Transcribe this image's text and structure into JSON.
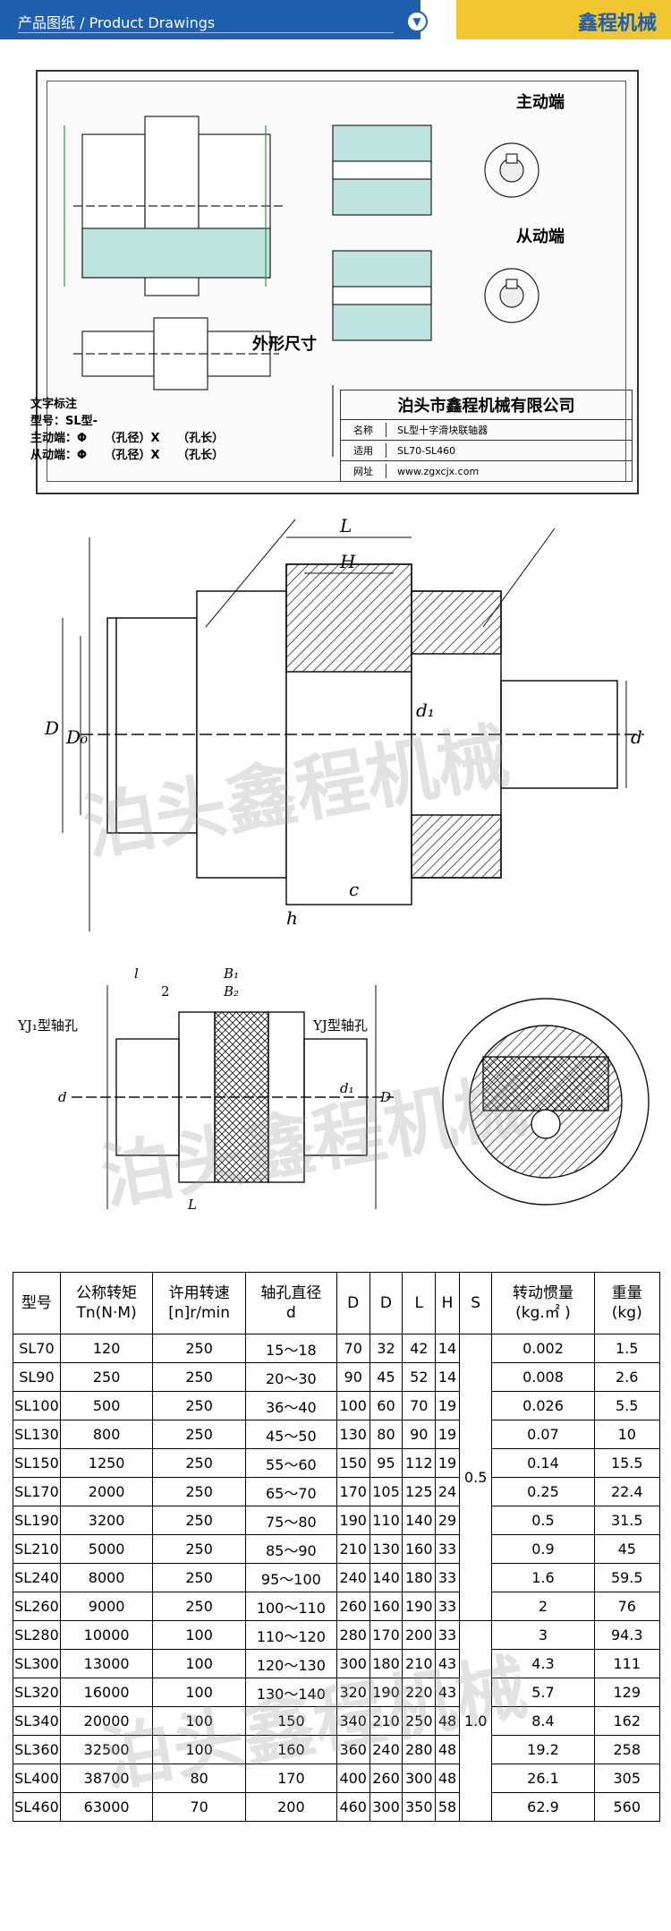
{
  "header": {
    "title": "产品图纸 / Product Drawings",
    "toggle_icon": "chevron-down-icon",
    "brand": "鑫程机械",
    "colors": {
      "blue": "#1f5fb0",
      "gold": "#f2c62e"
    }
  },
  "sheet": {
    "label_drive": "主动端",
    "label_driven": "从动端",
    "label_outline": "外形尺寸",
    "notes": [
      "文字标注",
      "型号：SL型-",
      "主动端：Φ　　（孔径）X　　（孔长）",
      "从动端：Φ　　（孔径）X　　（孔长）"
    ],
    "company": "泊头市鑫程机械有限公司",
    "rows": [
      {
        "k": "名称",
        "v": "SL型十字滑块联轴器"
      },
      {
        "k": "适用",
        "v": "SL70-SL460"
      },
      {
        "k": "网址",
        "v": "www.zgxcjx.com"
      }
    ]
  },
  "fig2": {
    "labels": {
      "L": "L",
      "H": "H",
      "D": "D",
      "D0": "D₀",
      "d": "d",
      "d1": "d₁",
      "c": "c",
      "h": "h"
    }
  },
  "fig3": {
    "labels": {
      "yj1": "YJ₁型轴孔",
      "yj": "YJ型轴孔",
      "B1": "B₁",
      "B2": "B₂",
      "two": "2",
      "l": "l",
      "L": "L",
      "d": "d",
      "D": "D",
      "d1": "d₁"
    }
  },
  "watermark": "泊头鑫程机械",
  "table": {
    "headers": [
      [
        "型号"
      ],
      [
        "公称转矩",
        "Tn(N·M)"
      ],
      [
        "许用转速",
        "[n]r/min"
      ],
      [
        "轴孔直径",
        "d"
      ],
      [
        "D"
      ],
      [
        "D"
      ],
      [
        "L"
      ],
      [
        "H"
      ],
      [
        "S"
      ],
      [
        "转动惯量",
        "(kg.㎡ )"
      ],
      [
        "重量",
        "(kg)"
      ]
    ],
    "s_value_group1": "0.5",
    "s_value_group2": "1.0",
    "rows": [
      [
        "SL70",
        "120",
        "250",
        "15～18",
        "70",
        "32",
        "42",
        "14",
        "0.002",
        "1.5"
      ],
      [
        "SL90",
        "250",
        "250",
        "20～30",
        "90",
        "45",
        "52",
        "14",
        "0.008",
        "2.6"
      ],
      [
        "SL100",
        "500",
        "250",
        "36～40",
        "100",
        "60",
        "70",
        "19",
        "0.026",
        "5.5"
      ],
      [
        "SL130",
        "800",
        "250",
        "45～50",
        "130",
        "80",
        "90",
        "19",
        "0.07",
        "10"
      ],
      [
        "SL150",
        "1250",
        "250",
        "55～60",
        "150",
        "95",
        "112",
        "19",
        "0.14",
        "15.5"
      ],
      [
        "SL170",
        "2000",
        "250",
        "65～70",
        "170",
        "105",
        "125",
        "24",
        "0.25",
        "22.4"
      ],
      [
        "SL190",
        "3200",
        "250",
        "75～80",
        "190",
        "110",
        "140",
        "29",
        "0.5",
        "31.5"
      ],
      [
        "SL210",
        "5000",
        "250",
        "85～90",
        "210",
        "130",
        "160",
        "33",
        "0.9",
        "45"
      ],
      [
        "SL240",
        "8000",
        "250",
        "95～100",
        "240",
        "140",
        "180",
        "33",
        "1.6",
        "59.5"
      ],
      [
        "SL260",
        "9000",
        "250",
        "100～110",
        "260",
        "160",
        "190",
        "33",
        "2",
        "76"
      ],
      [
        "SL280",
        "10000",
        "100",
        "110～120",
        "280",
        "170",
        "200",
        "33",
        "3",
        "94.3"
      ],
      [
        "SL300",
        "13000",
        "100",
        "120～130",
        "300",
        "180",
        "210",
        "43",
        "4.3",
        "111"
      ],
      [
        "SL320",
        "16000",
        "100",
        "130～140",
        "320",
        "190",
        "220",
        "43",
        "5.7",
        "129"
      ],
      [
        "SL340",
        "20000",
        "100",
        "150",
        "340",
        "210",
        "250",
        "48",
        "8.4",
        "162"
      ],
      [
        "SL360",
        "32500",
        "100",
        "160",
        "360",
        "240",
        "280",
        "48",
        "19.2",
        "258"
      ],
      [
        "SL400",
        "38700",
        "80",
        "170",
        "400",
        "260",
        "300",
        "48",
        "26.1",
        "305"
      ],
      [
        "SL460",
        "63000",
        "70",
        "200",
        "460",
        "300",
        "350",
        "58",
        "62.9",
        "560"
      ]
    ]
  }
}
